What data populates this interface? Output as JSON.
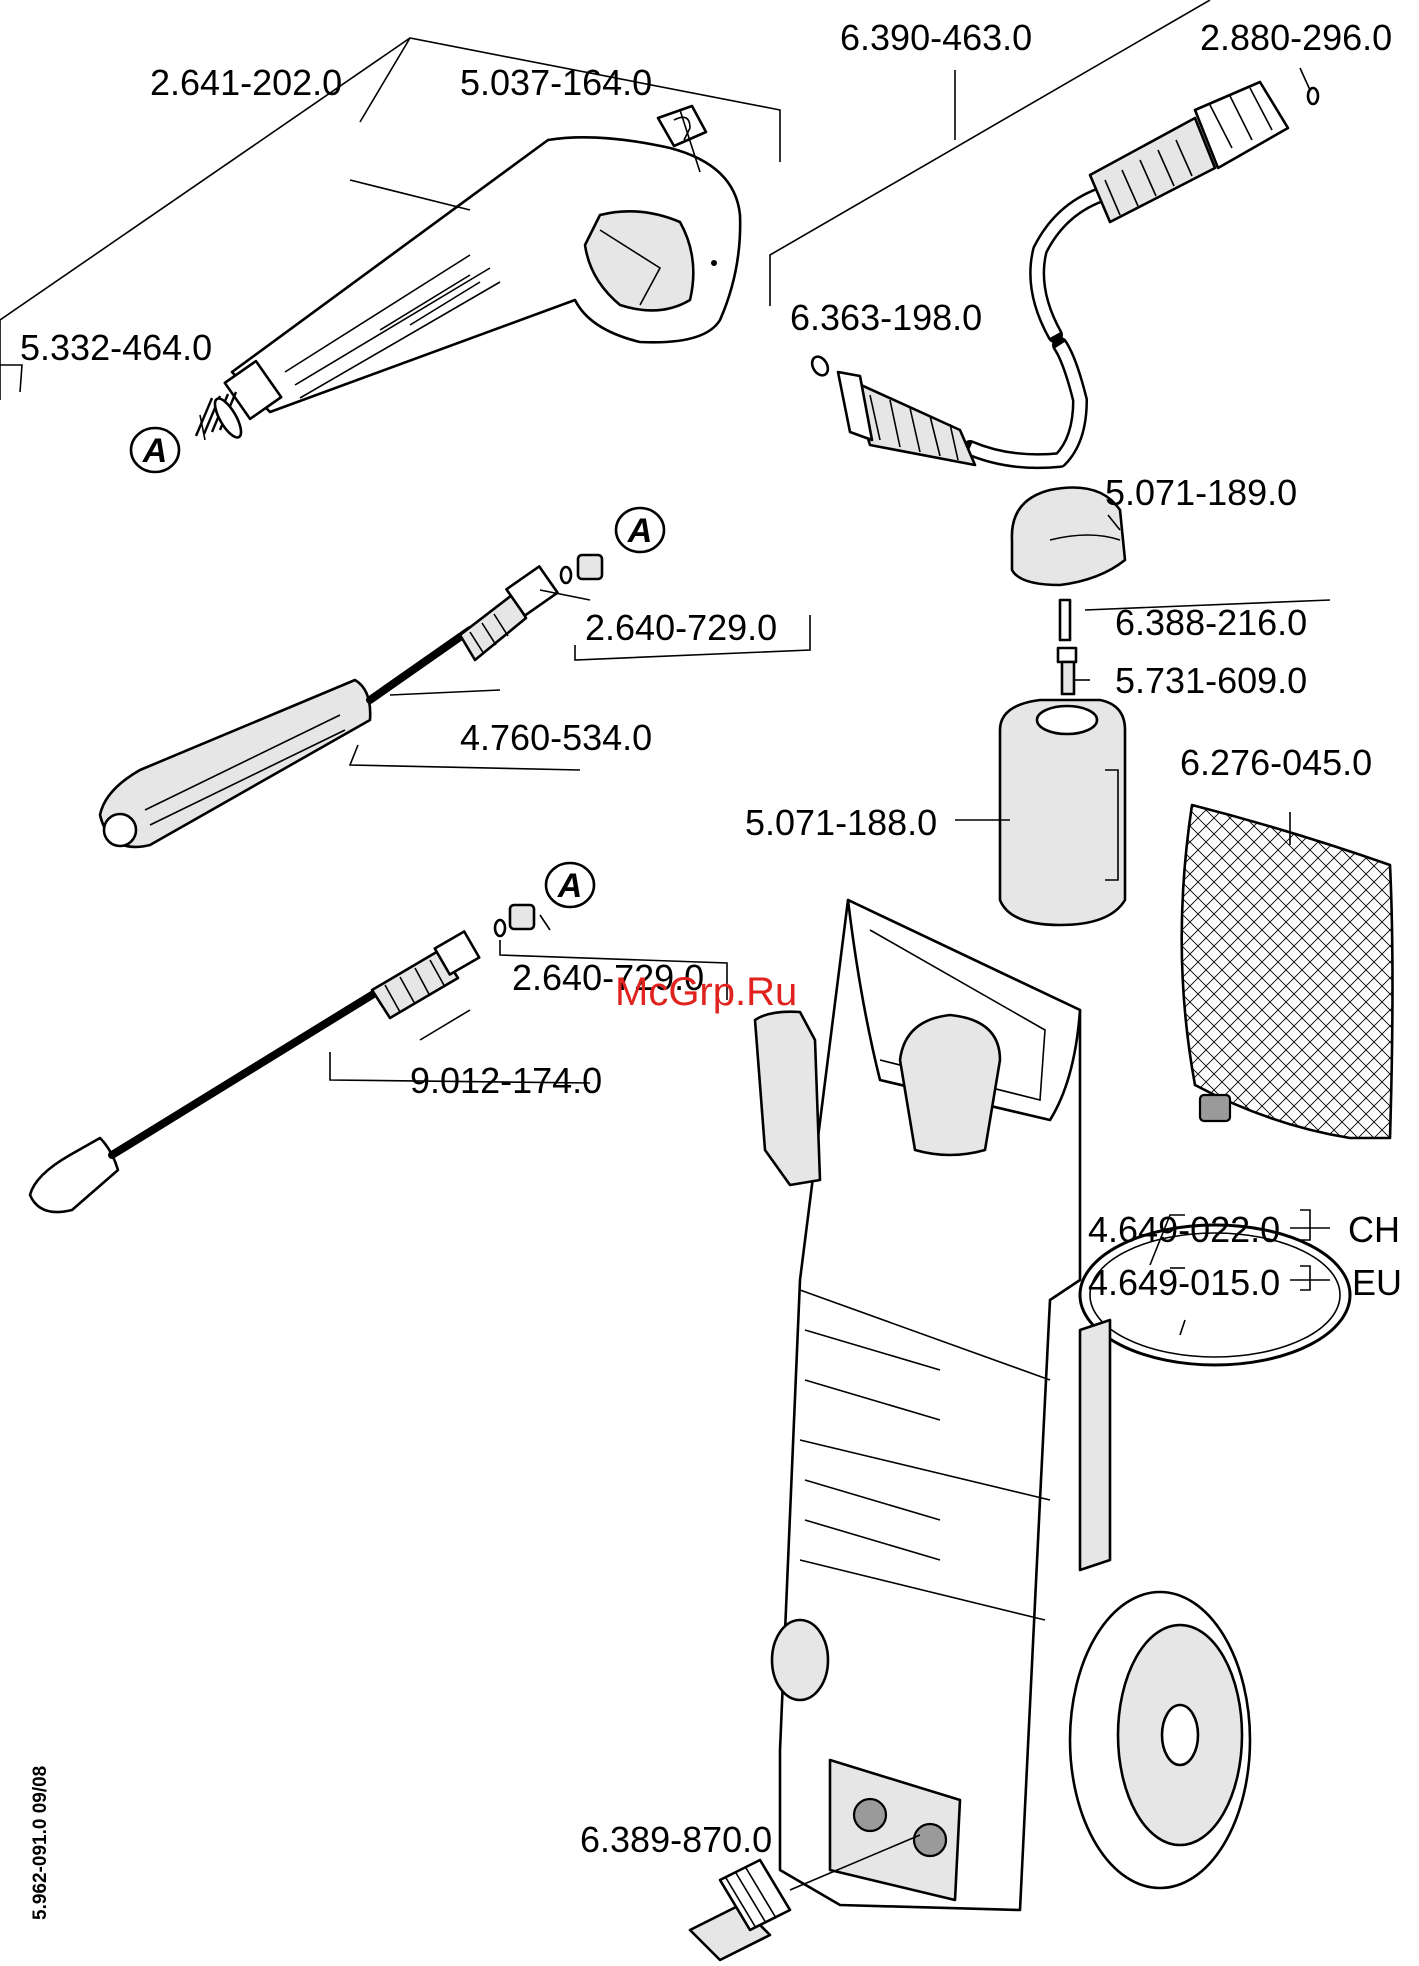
{
  "labels": {
    "trigger_gun": "2.641-202.0",
    "clip": "5.037-164.0",
    "spring": "5.332-464.0",
    "hose_set": "6.390-463.0",
    "oring_top": "2.880-296.0",
    "oring_hose": "6.363-198.0",
    "cap": "5.071-189.0",
    "tube": "6.388-216.0",
    "nipple": "5.731-609.0",
    "bottle": "5.071-188.0",
    "net_bag": "6.276-045.0",
    "nozzle_kit_1": "2.640-729.0",
    "spray_lance": "4.760-534.0",
    "nozzle_kit_2": "2.640-729.0",
    "dirt_blaster": "9.012-174.0",
    "cable_ch": "4.649-022.0",
    "cable_eu": "4.649-015.0",
    "region_ch": "CH",
    "region_eu": "EU",
    "coupling": "6.389-870.0"
  },
  "markers": {
    "ref_a": "A"
  },
  "footer": {
    "doc_code": "5.962-091.0  09/08"
  },
  "watermark": {
    "text": "McGrp.Ru",
    "color": "#e0231e"
  }
}
